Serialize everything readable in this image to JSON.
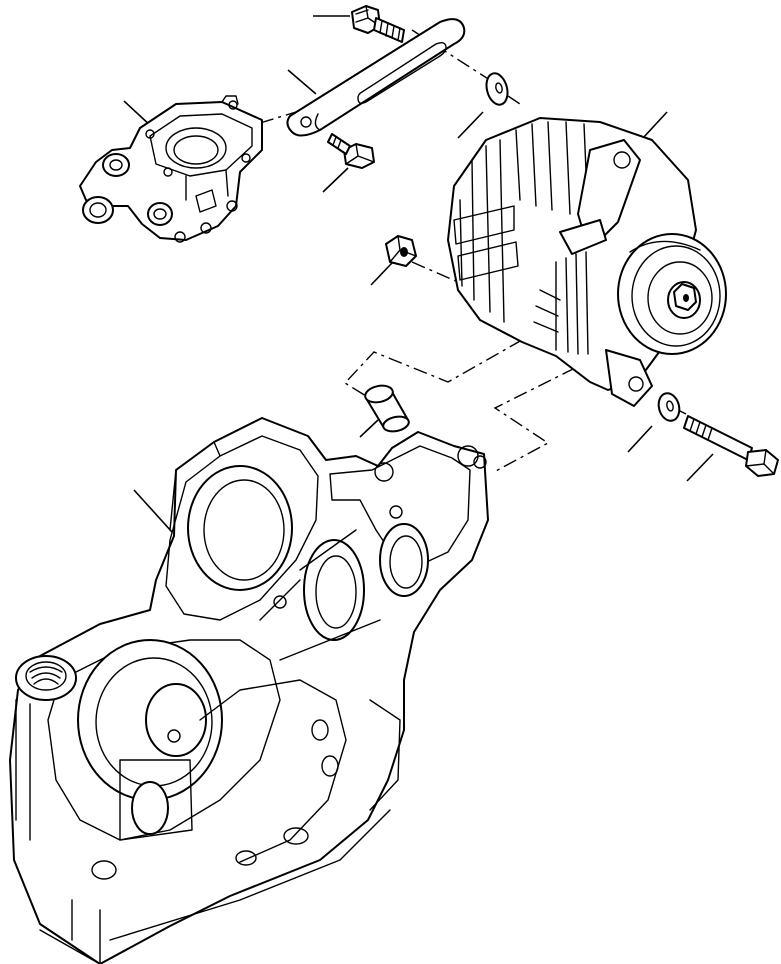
{
  "diagram": {
    "kind": "exploded-parts-view",
    "colors": {
      "line": "#000000",
      "background": "#ffffff"
    },
    "parts": [
      {
        "id": "bolt-top",
        "label": ""
      },
      {
        "id": "adjusting-bracket",
        "label": ""
      },
      {
        "id": "water-inlet-housing",
        "label": ""
      },
      {
        "id": "washer-top",
        "label": ""
      },
      {
        "id": "alternator",
        "label": ""
      },
      {
        "id": "bracket-bolt",
        "label": ""
      },
      {
        "id": "nut",
        "label": ""
      },
      {
        "id": "spacer-collar",
        "label": ""
      },
      {
        "id": "washer-lower",
        "label": ""
      },
      {
        "id": "long-bolt",
        "label": ""
      },
      {
        "id": "front-gear-case",
        "label": ""
      }
    ]
  }
}
